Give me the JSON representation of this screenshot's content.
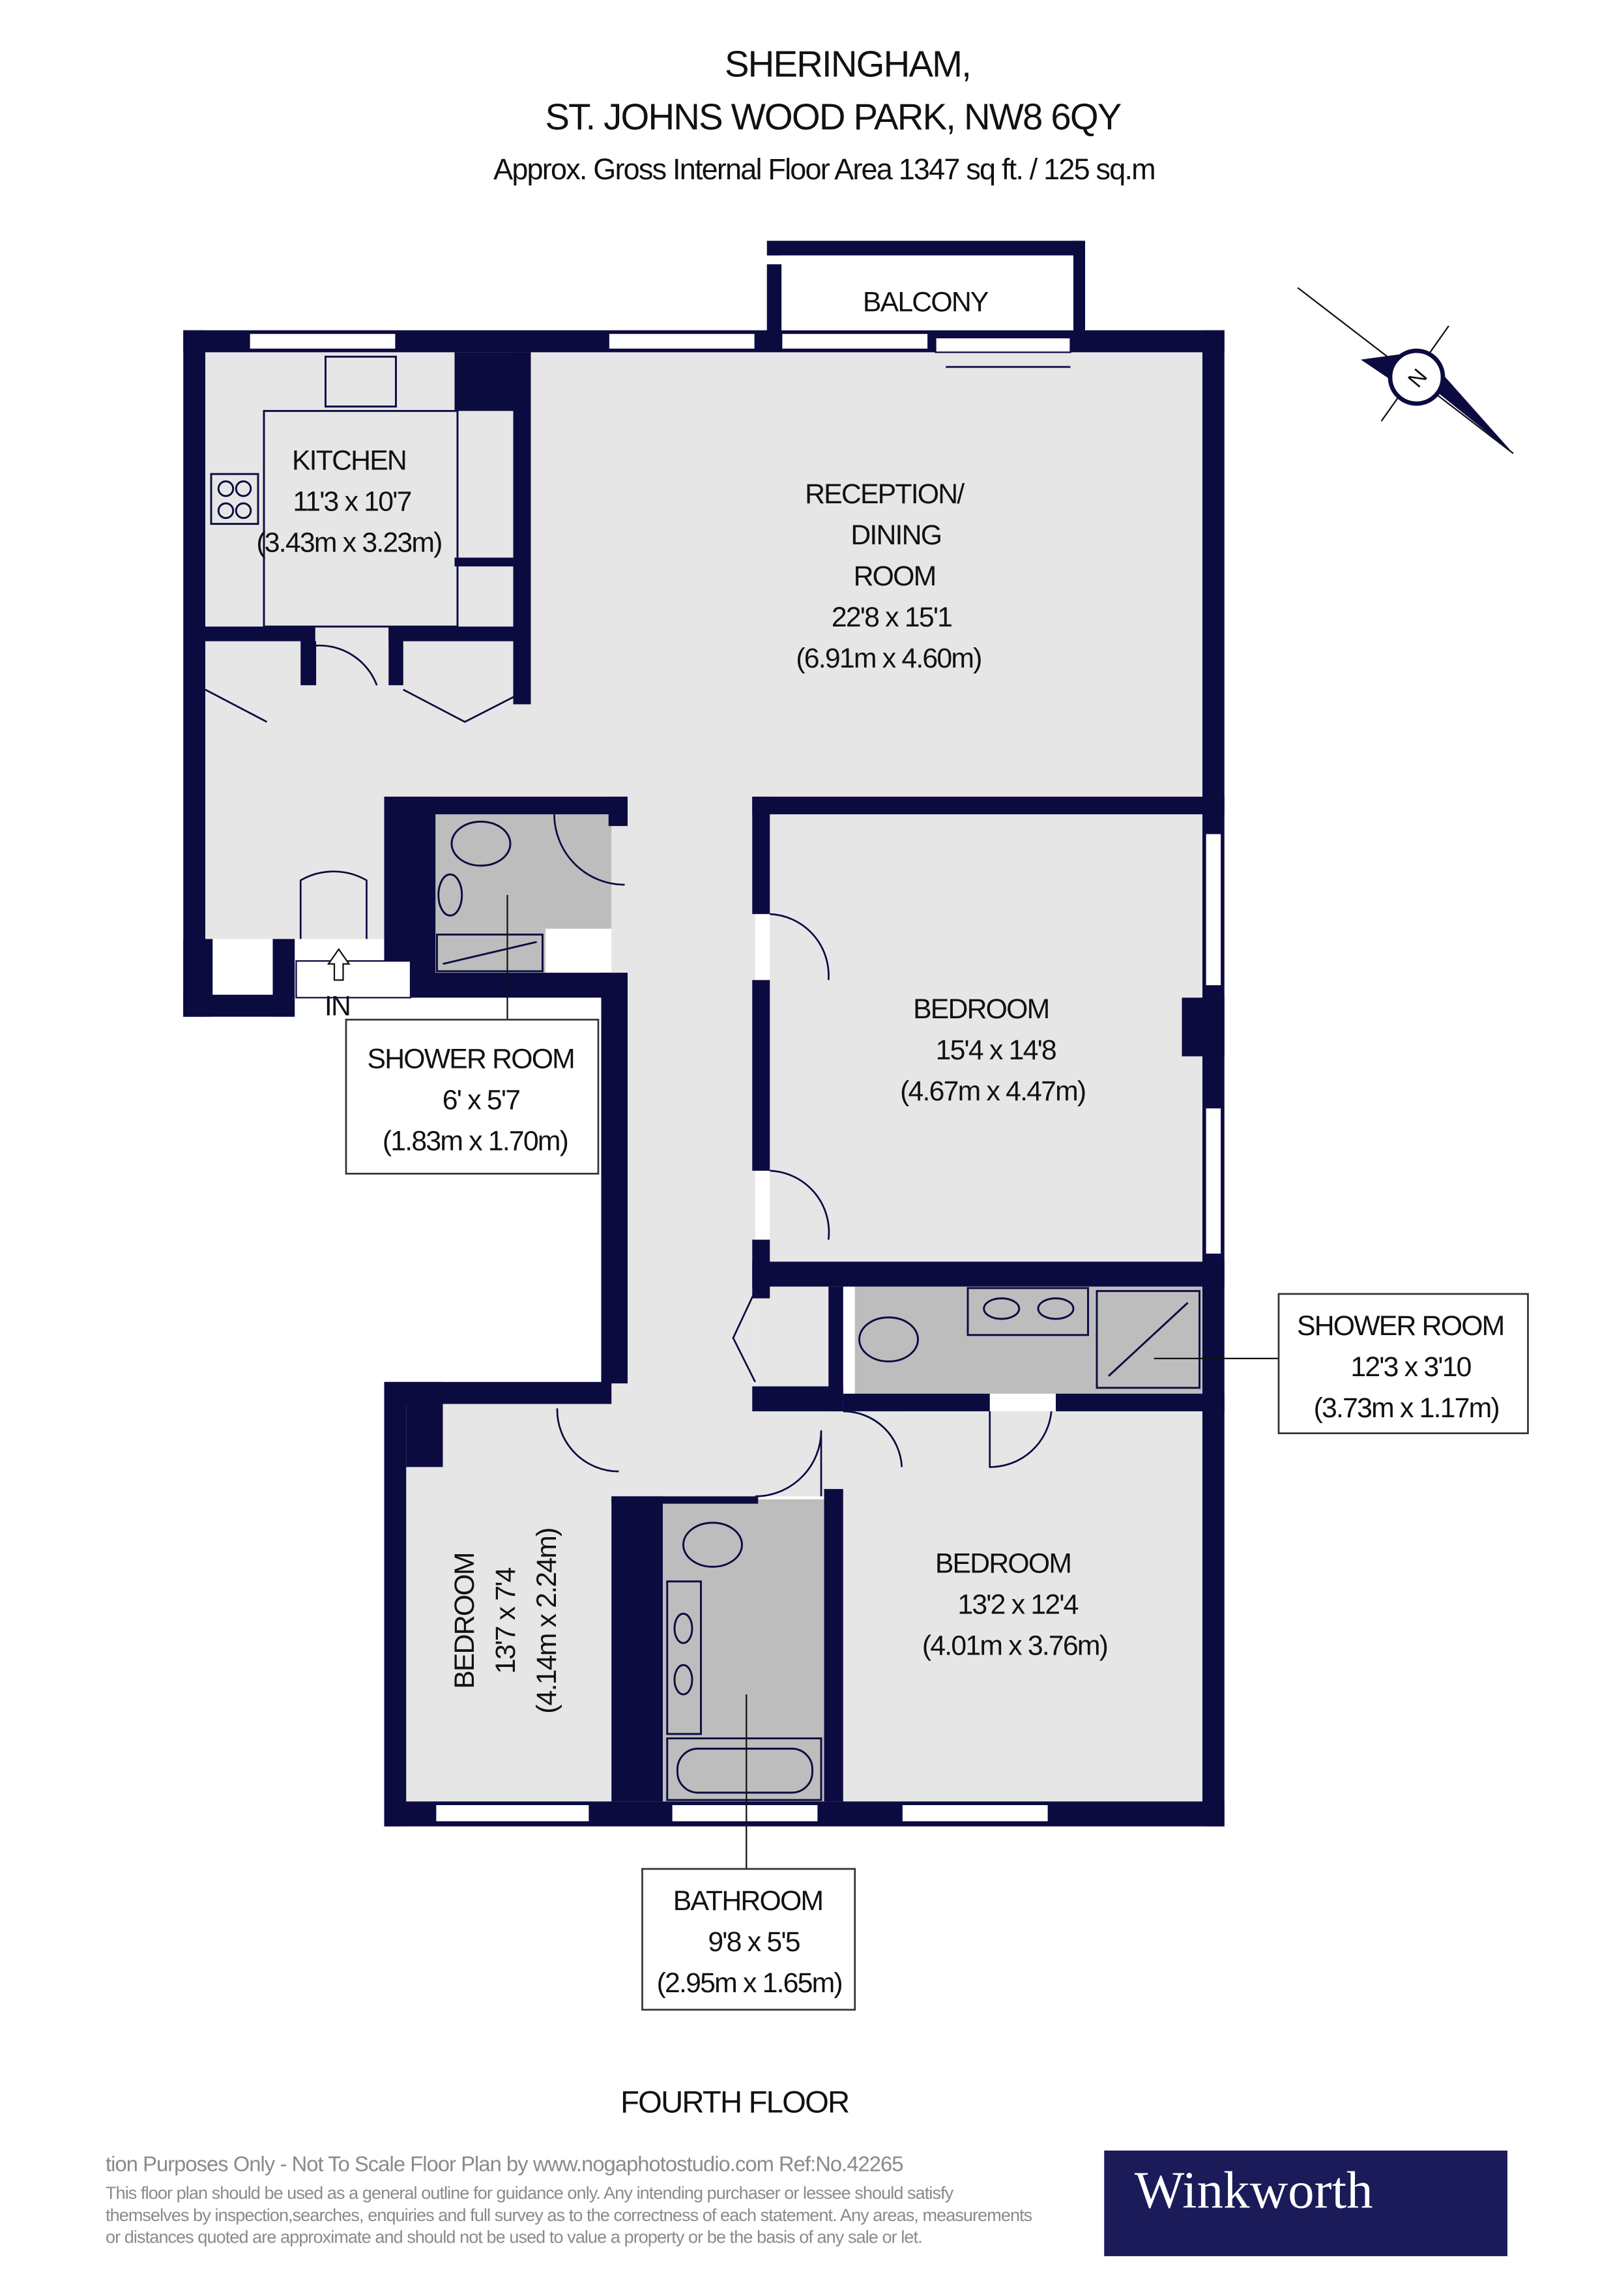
{
  "header": {
    "line1": "SHERINGHAM,",
    "line2": "ST. JOHNS WOOD PARK, NW8 6QY",
    "area": "Approx. Gross Internal Floor Area 1347 sq ft. / 125 sq.m"
  },
  "rooms": {
    "balcony": {
      "name": "BALCONY"
    },
    "kitchen": {
      "name": "KITCHEN",
      "imperial": "11'3 x 10'7",
      "metric": "(3.43m x 3.23m)"
    },
    "reception": {
      "name1": "RECEPTION/",
      "name2": "DINING",
      "name3": "ROOM",
      "imperial": "22'8 x 15'1",
      "metric": "(6.91m x 4.60m)"
    },
    "bedroom1": {
      "name": "BEDROOM",
      "imperial": "15'4 x 14'8",
      "metric": "(4.67m x 4.47m)"
    },
    "shower1": {
      "name": "SHOWER ROOM",
      "imperial": "6' x 5'7",
      "metric": "(1.83m x 1.70m)"
    },
    "shower2": {
      "name": "SHOWER ROOM",
      "imperial": "12'3 x 3'10",
      "metric": "(3.73m x 1.17m)"
    },
    "bedroom2": {
      "name": "BEDROOM",
      "imperial": "13'7 x 7'4",
      "metric": "(4.14m x 2.24m)"
    },
    "bedroom3": {
      "name": "BEDROOM",
      "imperial": "13'2 x 12'4",
      "metric": "(4.01m x 3.76m)"
    },
    "bathroom": {
      "name": "BATHROOM",
      "imperial": "9'8 x 5'5",
      "metric": "(2.95m x 1.65m)"
    },
    "entrance": "IN"
  },
  "compass": {
    "icon": "north-compass-icon",
    "letter": "N"
  },
  "floor_label": "FOURTH FLOOR",
  "footer": {
    "line1": "tion Purposes Only - Not To Scale   Floor Plan by www.nogaphotostudio.com   Ref:No.42265",
    "line2": "This floor plan should be used as a general outline for guidance only. Any intending purchaser or lessee should satisfy",
    "line3": "themselves by inspection,searches, enquiries and full survey as to the correctness of each statement. Any areas, measurements",
    "line4": "or distances quoted are approximate and should not be used to value a property or be the basis of any sale or let."
  },
  "brand": {
    "name": "Winkworth",
    "color": "#1b1b5a"
  },
  "colors": {
    "wall": "#0c0b40",
    "floor": "#e6e6e6",
    "wet_room": "#bdbdbd"
  }
}
